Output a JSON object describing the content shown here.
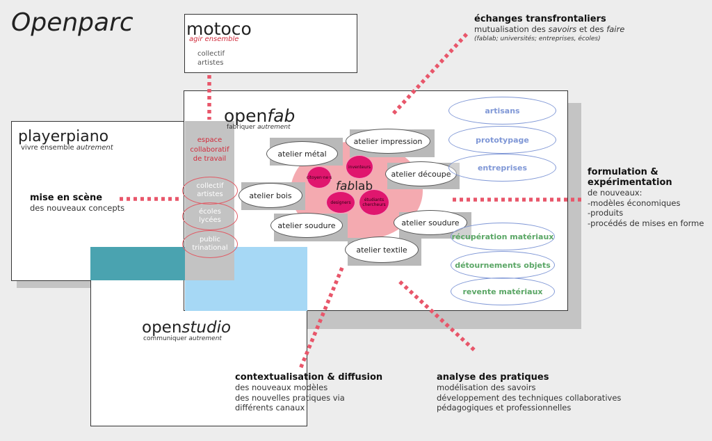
{
  "title": "Openparc",
  "motoco": {
    "name": "motoco",
    "tagline": "agir ensemble",
    "sub1": "collectif",
    "sub2": "artistes"
  },
  "playerpiano": {
    "name": "playerpiano",
    "tagline_a": "vivre ensemble ",
    "tagline_b": "autrement"
  },
  "openfab": {
    "name_a": "open",
    "name_b": "fab",
    "tagline_a": "fabriquer ",
    "tagline_b": "autrement"
  },
  "openstudio": {
    "name_a": "open",
    "name_b": "studio",
    "tagline_a": "communiquer ",
    "tagline_b": "autrement"
  },
  "espace": {
    "l1": "espace",
    "l2": "collaboratif",
    "l3": "de travail"
  },
  "left_circles": [
    {
      "l1": "collectif",
      "l2": "artistes"
    },
    {
      "l1": "écoles",
      "l2": "lycées"
    },
    {
      "l1": "public",
      "l2": "trinational"
    }
  ],
  "ateliers": {
    "metal": "atelier métal",
    "impression": "atelier impression",
    "decoupe": "atelier découpe",
    "bois": "atelier bois",
    "soudure_left": "atelier soudure",
    "soudure_right": "atelier soudure",
    "textile": "atelier textile"
  },
  "fablab": {
    "a": "fab",
    "b": "lab"
  },
  "magenta": {
    "m1": "citoyen·ne·s",
    "m2": "inventeurs",
    "m3": "designers",
    "m4_l1": "étudiants",
    "m4_l2": "chercheurs"
  },
  "blue_ovals": [
    "artisans",
    "prototypage",
    "entreprises"
  ],
  "green_ovals": [
    "récupération matériaux",
    "détournements objets",
    "revente matériaux"
  ],
  "echanges": {
    "title": "échanges transfrontaliers",
    "line1_a": "mutualisation des ",
    "line1_b": "savoirs",
    "line1_c": " et des ",
    "line1_d": "faire",
    "line2": "(fablab; universités; entreprises, écoles)"
  },
  "formulation": {
    "title1": "formulation &",
    "title2": "expérimentation",
    "lines": [
      "de nouveaux:",
      "-modèles économiques",
      "-produits",
      "-procédés de mises en forme"
    ]
  },
  "mise_en_scene": {
    "title": "mise en scène",
    "line": "des nouveaux concepts"
  },
  "contextualisation": {
    "title": "contextualisation & diffusion",
    "lines": [
      "des nouveaux modèles",
      "des nouvelles pratiques via",
      "différents canaux"
    ]
  },
  "analyse": {
    "title": "analyse des pratiques",
    "lines": [
      "modélisation des savoirs",
      "développement des techniques collaboratives",
      "pédagogiques et professionnelles"
    ]
  },
  "colors": {
    "dash": "#e8566a",
    "teal": "#4aa3b0",
    "lightblue": "#a6d8f5",
    "blue_oval": "#7f97d6",
    "green_oval": "#5aa665",
    "magenta": "#e0166e",
    "fablab_pink": "#f4aab0"
  }
}
